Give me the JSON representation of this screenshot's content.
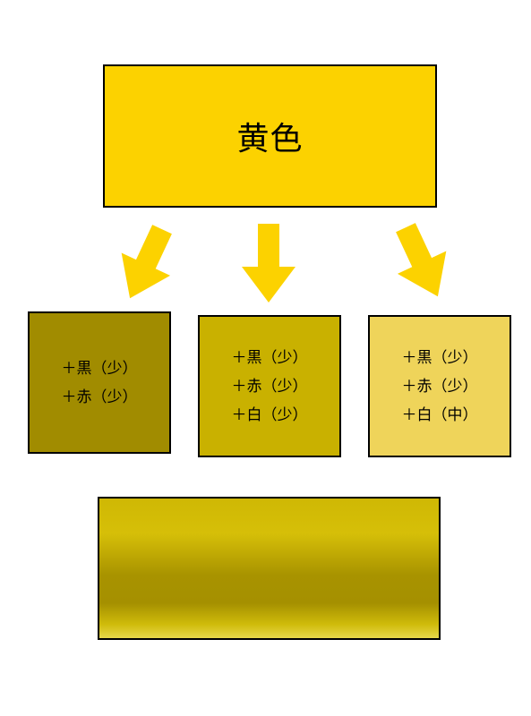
{
  "colors": {
    "base": "#fcd200",
    "arrow": "#fcd200",
    "dark": "#a18c00",
    "mid": "#c9b100",
    "light": "#efd45a",
    "gradient": [
      "#cfb804",
      "#d6bf08",
      "#a89300",
      "#a59000",
      "#cfbb0a",
      "#e8d84a"
    ],
    "border": "#000000"
  },
  "top": {
    "label": "黄色"
  },
  "swatches": [
    {
      "lines": [
        "＋黒（少）",
        "＋赤（少）"
      ]
    },
    {
      "lines": [
        "＋黒（少）",
        "＋赤（少）",
        "＋白（少）"
      ]
    },
    {
      "lines": [
        "＋黒（少）",
        "＋赤（少）",
        "＋白（中）"
      ]
    }
  ],
  "icons": [
    "arrow-down-left-icon",
    "arrow-down-icon",
    "arrow-down-right-icon"
  ]
}
